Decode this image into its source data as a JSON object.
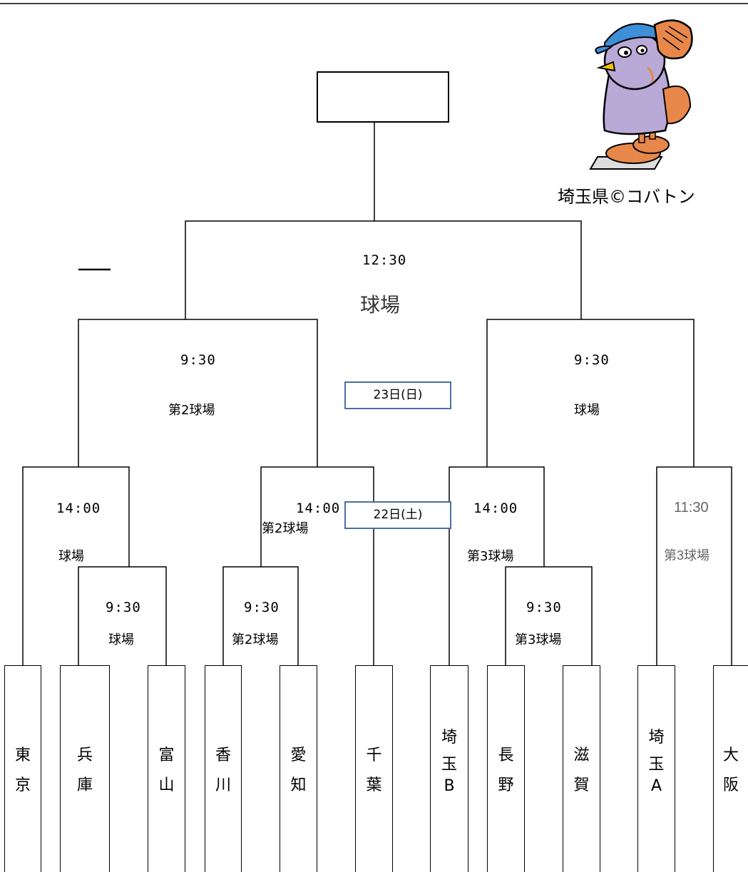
{
  "final": {
    "time": "12:30",
    "venue": "球場"
  },
  "dates": {
    "day2": "23日(日)",
    "day1": "22日(土)"
  },
  "semis": [
    {
      "time": "9:30",
      "venue": "第2球場"
    },
    {
      "time": "9:30",
      "venue": "球場"
    }
  ],
  "quarters": [
    {
      "time": "14:00",
      "venue": "球場"
    },
    {
      "time": "14:00",
      "venue": "第2球場"
    },
    {
      "time": "14:00",
      "venue": "第3球場"
    },
    {
      "time": "11:30",
      "venue": "第3球場"
    }
  ],
  "first_round": [
    {
      "time": "9:30",
      "venue": "球場"
    },
    {
      "time": "9:30",
      "venue": "第2球場"
    },
    {
      "time": "9:30",
      "venue": "第3球場"
    }
  ],
  "teams": [
    [
      "東",
      "京"
    ],
    [
      "兵",
      "庫"
    ],
    [
      "富",
      "山"
    ],
    [
      "香",
      "川"
    ],
    [
      "愛",
      "知"
    ],
    [
      "千",
      "葉"
    ],
    [
      "埼",
      "玉",
      "B"
    ],
    [
      "長",
      "野"
    ],
    [
      "滋",
      "賀"
    ],
    [
      "埼",
      "玉",
      "A"
    ],
    [
      "大",
      "阪"
    ]
  ],
  "mascot_credit": "埼玉県©コバトン",
  "colors": {
    "date_border": "#4a6fa5",
    "mascot_body": "#b8a9d6",
    "mascot_orange": "#e8874a",
    "mascot_cap": "#3d8fd6"
  },
  "icons": {
    "mascot": "kobaton-mascot-icon"
  }
}
